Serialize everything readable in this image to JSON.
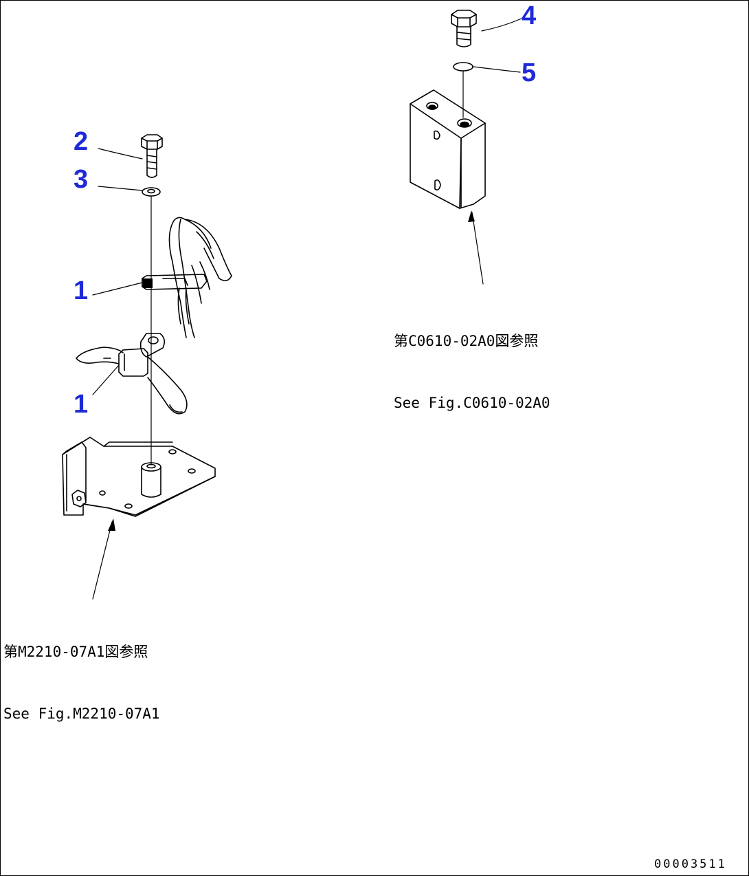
{
  "callouts": {
    "c1a": "1",
    "c1b": "1",
    "c2": "2",
    "c3": "3",
    "c4": "4",
    "c5": "5"
  },
  "references": {
    "left": {
      "jp": "第M2210-07A1図参照",
      "en": "See Fig.M2210-07A1"
    },
    "right": {
      "jp": "第C0610-02A0図参照",
      "en": "See Fig.C0610-02A0"
    }
  },
  "document_number": "00003511",
  "colors": {
    "callout": "#1e2ad8",
    "line": "#000000",
    "background": "#ffffff"
  }
}
